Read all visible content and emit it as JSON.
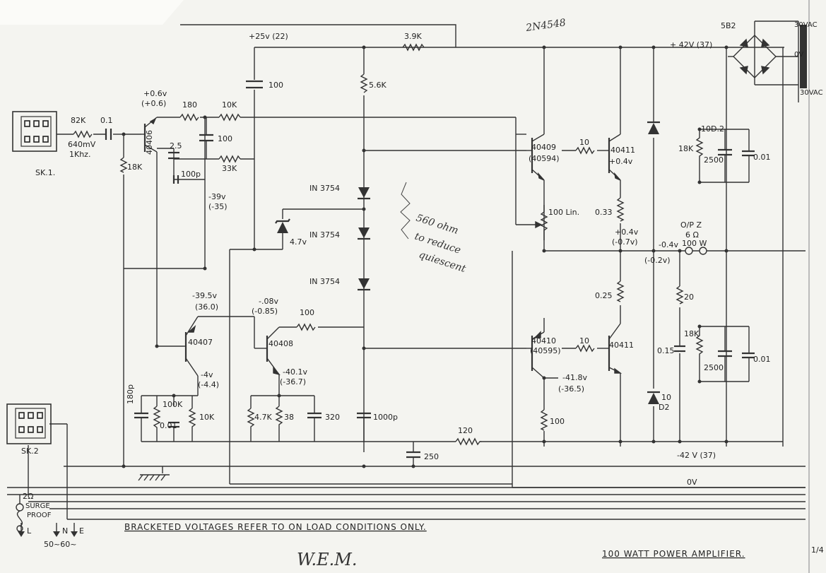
{
  "title": "100 WATT POWER AMPLIFIER.",
  "maker": "W.E.M.",
  "note": "BRACKETED VOLTAGES REFER TO ON LOAD CONDITIONS ONLY.",
  "page_number": "1/4",
  "handwritten": {
    "part": "2N4548",
    "mod_line1": "560 ohm",
    "mod_line2": "to reduce",
    "mod_line3": "quiescent"
  },
  "rails": {
    "pos25": "+25v (22)",
    "pos42": "+ 42V (37)",
    "neg42": "-42 V (37)",
    "zero": "0V"
  },
  "voltages": {
    "q1_emitter": "+0.6v",
    "q1_emitter_load": "(+0.6)",
    "q1_mid": "-39v",
    "q1_mid_load": "(-35)",
    "zener_v": "4.7v",
    "q2_base": "-39.5v",
    "q2_base_load": "(36.0)",
    "q2_emitter": "-4v",
    "q2_emitter_load": "(-4.4)",
    "q3_base": "-.08v",
    "q3_base_load": "(-0.85)",
    "q3_emitter": "-40.1v",
    "q3_emitter_load": "(-36.7)",
    "q5_out": "+0.4v",
    "out_mid": "+0.4v",
    "out_mid_load": "(-0.7v)",
    "out_node": "-0.4v",
    "out_node_load": "(-0.2v)",
    "q7_emitter": "-41.8v",
    "q7_emitter_load": "(-36.5)"
  },
  "components": {
    "r_82k": "82K",
    "c_0_1": "0.1",
    "sig_level": "640mV",
    "sig_freq": "1Khz.",
    "r_18k_in": "18K",
    "q1": "40406",
    "r_180": "180",
    "r_10k_top": "10K",
    "c_100_a": "100",
    "c_2_5": "2.5",
    "r_33k": "33K",
    "c_100p": "100p",
    "c_100_top": "100",
    "r_3_9k": "3.9K",
    "r_5_6k": "5.6K",
    "diode1": "IN 3754",
    "diode2": "IN 3754",
    "diode3": "IN 3754",
    "q4": "40409",
    "q4_alt": "(40594)",
    "r_10_a": "10",
    "q5": "40411",
    "pot": "100 Lin.",
    "r_0_33": "0.33",
    "r_0_25": "0.25",
    "q6": "40410",
    "q6_alt": "(40595)",
    "r_10_b": "10",
    "q7": "40411",
    "r_100_e": "100",
    "q2": "40407",
    "q3": "40408",
    "r_100_c3": "100",
    "c_180p": "180p",
    "r_100k": "100K",
    "c_0_01a": "0.01",
    "r_10k_b": "10K",
    "r_4_7k": "4.7K",
    "r_38": "38",
    "c_320": "320",
    "c_1000p": "1000p",
    "r_120": "120",
    "c_250": "250",
    "d_top": "10D.2",
    "r_18k_top": "18K",
    "c_2500_top": "2500",
    "c_0_01_top": "0.01",
    "r_18k_bot": "18K",
    "c_2500_bot": "2500",
    "c_0_01_bot": "0.01",
    "d_bot_a": "10",
    "d_bot_b": "D2",
    "r_20": "20",
    "c_0_15": "0.15",
    "op_label": "O/P Z",
    "op_imp": "6 Ω",
    "op_power": "100 W",
    "rect": "5B2",
    "tx_top": "30VAC",
    "tx_mid": "0V",
    "tx_bot": "30VAC",
    "sk1": "SK.1.",
    "sk2": "SK.2",
    "fuse": "2Ω",
    "fuse_note1": "SURGE",
    "fuse_note2": "PROOF",
    "mains_l": "L",
    "mains_n": "N",
    "mains_e": "E",
    "mains_freq": "50~60~"
  }
}
